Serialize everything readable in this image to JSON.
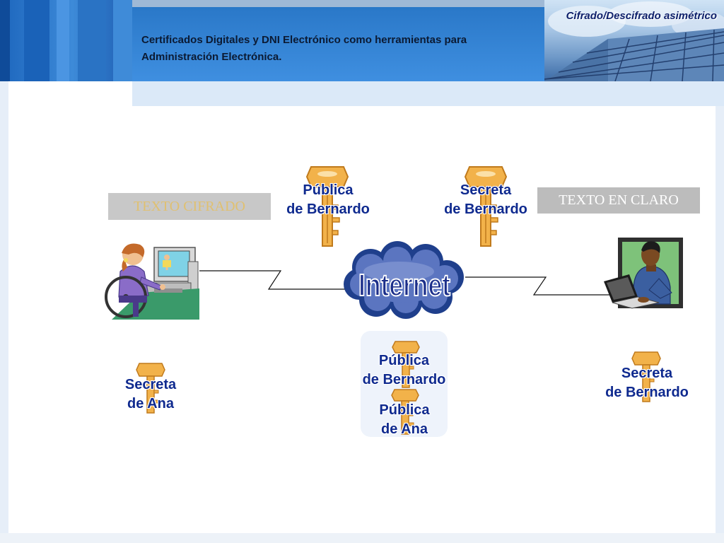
{
  "header": {
    "title_line1": "Certificados Digitales y DNI Electrónico como herramientas para",
    "title_line2": "Administración Electrónica."
  },
  "subheader": {
    "title": "Cifrado/Descifrado asimétrico"
  },
  "diagram": {
    "text_boxes": {
      "ciphertext": "TEXTO CIFRADO",
      "plaintext": "TEXTO EN CLARO"
    },
    "cloud_label": "Internet",
    "keys": {
      "top_public_bernardo": {
        "line1": "Pública",
        "line2": "de Bernardo"
      },
      "top_secret_bernardo": {
        "line1": "Secreta",
        "line2": "de Bernardo"
      },
      "secret_ana": {
        "line1": "Secreta",
        "line2": "de Ana"
      },
      "public_bernardo": {
        "line1": "Pública",
        "line2": "de Bernardo"
      },
      "public_ana": {
        "line1": "Pública",
        "line2": "de Ana"
      },
      "secret_bernardo": {
        "line1": "Secreta",
        "line2": "de Bernardo"
      }
    }
  },
  "colors": {
    "header_blue": "#2a78c8",
    "label_blue": "#0f2a8f",
    "key_gold": "#f2b24a",
    "cloud_dark": "#1f3f8c",
    "internet_text": "#1c2f8a"
  },
  "icons": [
    "key-icon",
    "cloud-icon",
    "woman-at-computer-icon",
    "man-with-laptop-icon"
  ]
}
